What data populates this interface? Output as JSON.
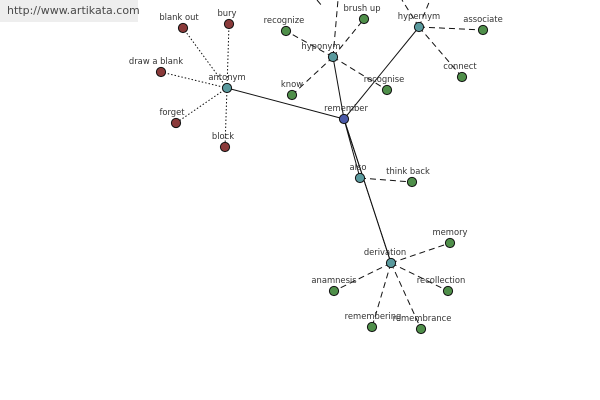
{
  "site": {
    "url": "http://www.artikata.com"
  },
  "colors": {
    "center": "#4b5aa8",
    "relation": "#5a9a9e",
    "antonym_word": "#8a3a3a",
    "word": "#4f8f4a",
    "edge": "#111111"
  },
  "graph": {
    "center": "remember",
    "relations": [
      {
        "id": "hypernym",
        "label": "hypernym",
        "words": [
          "associate",
          "connect"
        ]
      },
      {
        "id": "hyponym",
        "label": "hyponym",
        "words": [
          "brush up",
          "recognize",
          "know",
          "recognise"
        ]
      },
      {
        "id": "antonym",
        "label": "antonym",
        "words": [
          "blank out",
          "bury",
          "draw a blank",
          "forget",
          "block"
        ]
      },
      {
        "id": "also",
        "label": "also",
        "words": [
          "think back"
        ]
      },
      {
        "id": "derivation",
        "label": "derivation",
        "words": [
          "memory",
          "anamnesis",
          "recollection",
          "remembering",
          "remembrance"
        ]
      }
    ]
  }
}
